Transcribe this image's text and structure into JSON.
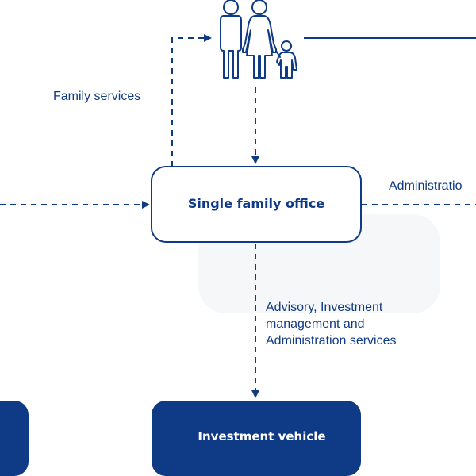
{
  "colors": {
    "navy": "#0f3a85",
    "white": "#ffffff",
    "text_on_light": "#0f3a85"
  },
  "icons": {
    "family": "family-icon"
  },
  "labels": {
    "family_services": "Family services",
    "administration": "Administratio",
    "advisory_line1": "Advisory, Investment",
    "advisory_line2": "management and",
    "advisory_line3": "Administration services"
  },
  "nodes": {
    "single_family_office": "Single family office",
    "investment_vehicle": "Investment vehicle"
  }
}
